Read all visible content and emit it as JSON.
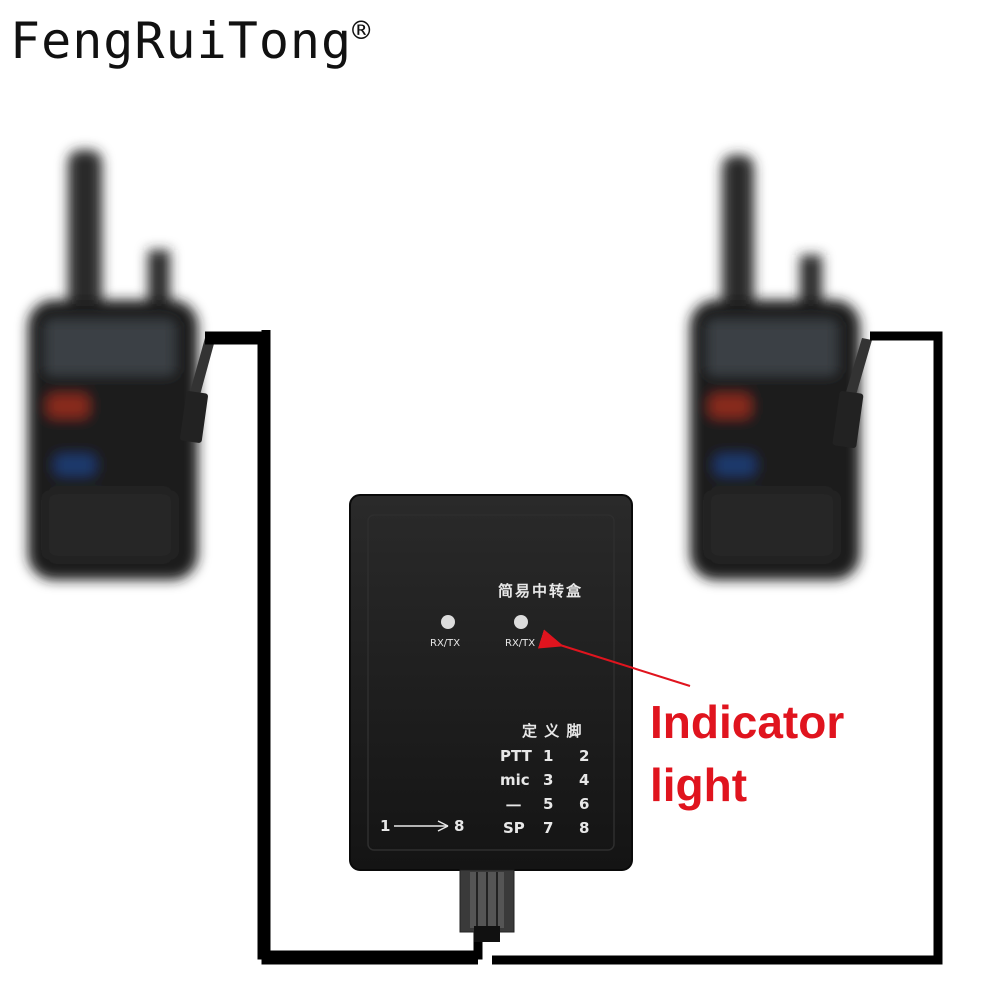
{
  "brand": {
    "name": "FengRuiTong",
    "mark": "®"
  },
  "box": {
    "title": "简易中转盒",
    "led_labels": [
      "RX/TX",
      "RX/TX"
    ],
    "pin_header": "定 义 脚",
    "pin_rows": [
      {
        "name": "PTT",
        "a": "1",
        "b": "2"
      },
      {
        "name": "mic",
        "a": "3",
        "b": "4"
      },
      {
        "name": "一",
        "a": "5",
        "b": "6"
      },
      {
        "name": "SP",
        "a": "7",
        "b": "8"
      }
    ],
    "port_start": "1",
    "port_end": "8"
  },
  "annotation": {
    "line1": "Indicator",
    "line2": "light",
    "color": "#e0141e"
  },
  "colors": {
    "box": "#1a1a1a",
    "cable": "#000000",
    "radio": "#1e1e1e"
  },
  "icons": [
    "walkie-talkie-icon",
    "led-indicator-icon",
    "arrow-icon"
  ]
}
